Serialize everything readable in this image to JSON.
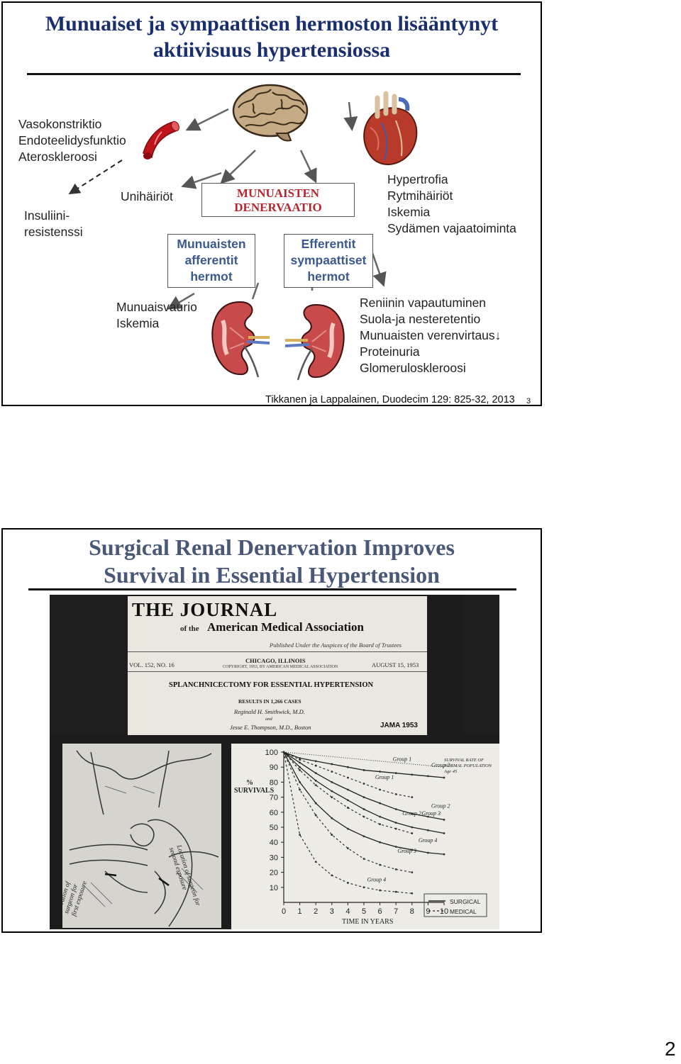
{
  "slide1": {
    "title_line1": "Munuaiset ja sympaattisen hermoston lisääntynyt",
    "title_line2": "aktiivisuus hypertensiossa",
    "vascular_effects": [
      "Vasokonstriktio",
      "Endoteelidysfunktio",
      "Ateroskleroosi"
    ],
    "insulin_resistance": [
      "Insuliini-",
      "resistenssi"
    ],
    "sleep_disorders": "Unihäiriöt",
    "denervation_box": [
      "MUNUAISTEN",
      "DENERVAATIO"
    ],
    "afferent_box": [
      "Munuaisten",
      "afferentit",
      "hermot"
    ],
    "efferent_box": [
      "Efferentit",
      "sympaattiset",
      "hermot"
    ],
    "heart_effects": [
      "Hypertrofia",
      "Rytmihäiriöt",
      "Iskemia",
      "Sydämen vajaatoiminta"
    ],
    "kidney_damage": [
      "Munuaisvaurio",
      "Iskemia"
    ],
    "renal_effects": [
      "Reniinin vapautuminen",
      "Suola-ja nesteretentio",
      "Munuaisten verenvirtaus↓",
      "Proteinuria",
      "Glomeruloskleroosi"
    ],
    "reference": "Tikkanen ja Lappalainen, Duodecim 129: 825-32, 2013",
    "slide_number": "3",
    "colors": {
      "title": "#1a2f6e",
      "denervation": "#b5262e",
      "nerves": "#3a5a8c",
      "artery": "#c0141b"
    }
  },
  "slide2": {
    "title_line1": "Surgical Renal Denervation Improves",
    "title_line2": "Survival in Essential Hypertension",
    "journal": {
      "masthead_line1": "THE JOURNAL",
      "masthead_of_the": "of the",
      "masthead_line2": "American Medical Association",
      "subtitle": "Published Under the Auspices of the Board of Trustees",
      "vol": "VOL. 152, NO. 16",
      "location": "CHICAGO, ILLINOIS",
      "copyright": "COPYRIGHT, 1953, BY AMERICAN MEDICAL ASSOCIATION",
      "date": "AUGUST 15, 1953",
      "article_title": "SPLANCHNICECTOMY FOR ESSENTIAL HYPERTENSION",
      "results": "RESULTS IN 1,266 CASES",
      "author1": "Reginald H. Smithwick, M.D.",
      "and": "and",
      "author2": "Jesse E. Thompson, M.D., Boston",
      "badge": "JAMA 1953"
    },
    "illustration": {
      "label_left": [
        "Location of",
        "surgeon for",
        "first exposure"
      ],
      "label_right": [
        "Location of surgeon for",
        "second exposure"
      ]
    },
    "chart_data": {
      "type": "line",
      "ylabel": "% SURVIVALS",
      "xlabel": "TIME IN YEARS",
      "x": [
        0,
        1,
        2,
        3,
        4,
        5,
        6,
        7,
        8,
        9,
        10
      ],
      "ylim": [
        0,
        100
      ],
      "xlim": [
        0,
        10
      ],
      "yticks": [
        10,
        20,
        30,
        40,
        50,
        60,
        70,
        80,
        90,
        100
      ],
      "xticks": [
        0,
        1,
        2,
        3,
        4,
        5,
        6,
        7,
        8,
        9,
        10
      ],
      "legend_title": [
        "SURVIVAL RATE OF",
        "NORMAL POPULATION",
        "Age 45"
      ],
      "legend": [
        "SURGICAL",
        "MEDICAL"
      ],
      "series": [
        {
          "name": "",
          "style": "normal",
          "values": [
            100,
            99,
            98,
            97,
            96,
            95,
            94,
            93,
            92,
            91,
            90
          ]
        },
        {
          "name": "Group 1",
          "style": "surgical",
          "values": [
            100,
            96,
            94,
            92,
            90,
            88,
            87,
            86,
            85,
            84,
            83
          ]
        },
        {
          "name": "Group 1",
          "style": "medical",
          "values": [
            100,
            95,
            91,
            87,
            83,
            79,
            75,
            72,
            70,
            null,
            null
          ]
        },
        {
          "name": "Group 2",
          "style": "surgical",
          "values": [
            100,
            93,
            86,
            80,
            75,
            70,
            66,
            62,
            59,
            57,
            55
          ]
        },
        {
          "name": "Group 2",
          "style": "medical",
          "values": [
            100,
            88,
            78,
            70,
            63,
            57,
            52,
            49,
            46,
            null,
            null
          ]
        },
        {
          "name": "Group 3",
          "style": "surgical",
          "values": [
            100,
            90,
            81,
            74,
            68,
            62,
            57,
            53,
            50,
            48,
            46
          ]
        },
        {
          "name": "Group 3",
          "style": "medical",
          "values": [
            100,
            75,
            58,
            45,
            36,
            29,
            25,
            22,
            20,
            null,
            null
          ]
        },
        {
          "name": "Group 4",
          "style": "surgical",
          "values": [
            100,
            80,
            66,
            56,
            49,
            44,
            40,
            37,
            35,
            33,
            32
          ]
        },
        {
          "name": "Group 4",
          "style": "medical",
          "values": [
            100,
            45,
            27,
            18,
            13,
            10,
            8,
            7,
            6,
            null,
            null
          ]
        }
      ],
      "curve_labels": [
        {
          "text": "Group 1",
          "x": 6.8,
          "y": 94
        },
        {
          "text": "Group 2",
          "x": 9.2,
          "y": 90
        },
        {
          "text": "Group 1",
          "x": 5.7,
          "y": 82
        },
        {
          "text": "Group 2",
          "x": 9.2,
          "y": 63
        },
        {
          "text": "Group 2",
          "x": 7.4,
          "y": 58
        },
        {
          "text": "Group 3",
          "x": 8.6,
          "y": 58
        },
        {
          "text": "Group 4",
          "x": 8.4,
          "y": 40
        },
        {
          "text": "Group 3",
          "x": 7.1,
          "y": 33
        },
        {
          "text": "Group 4",
          "x": 5.2,
          "y": 14
        }
      ]
    }
  },
  "page_number": "2"
}
